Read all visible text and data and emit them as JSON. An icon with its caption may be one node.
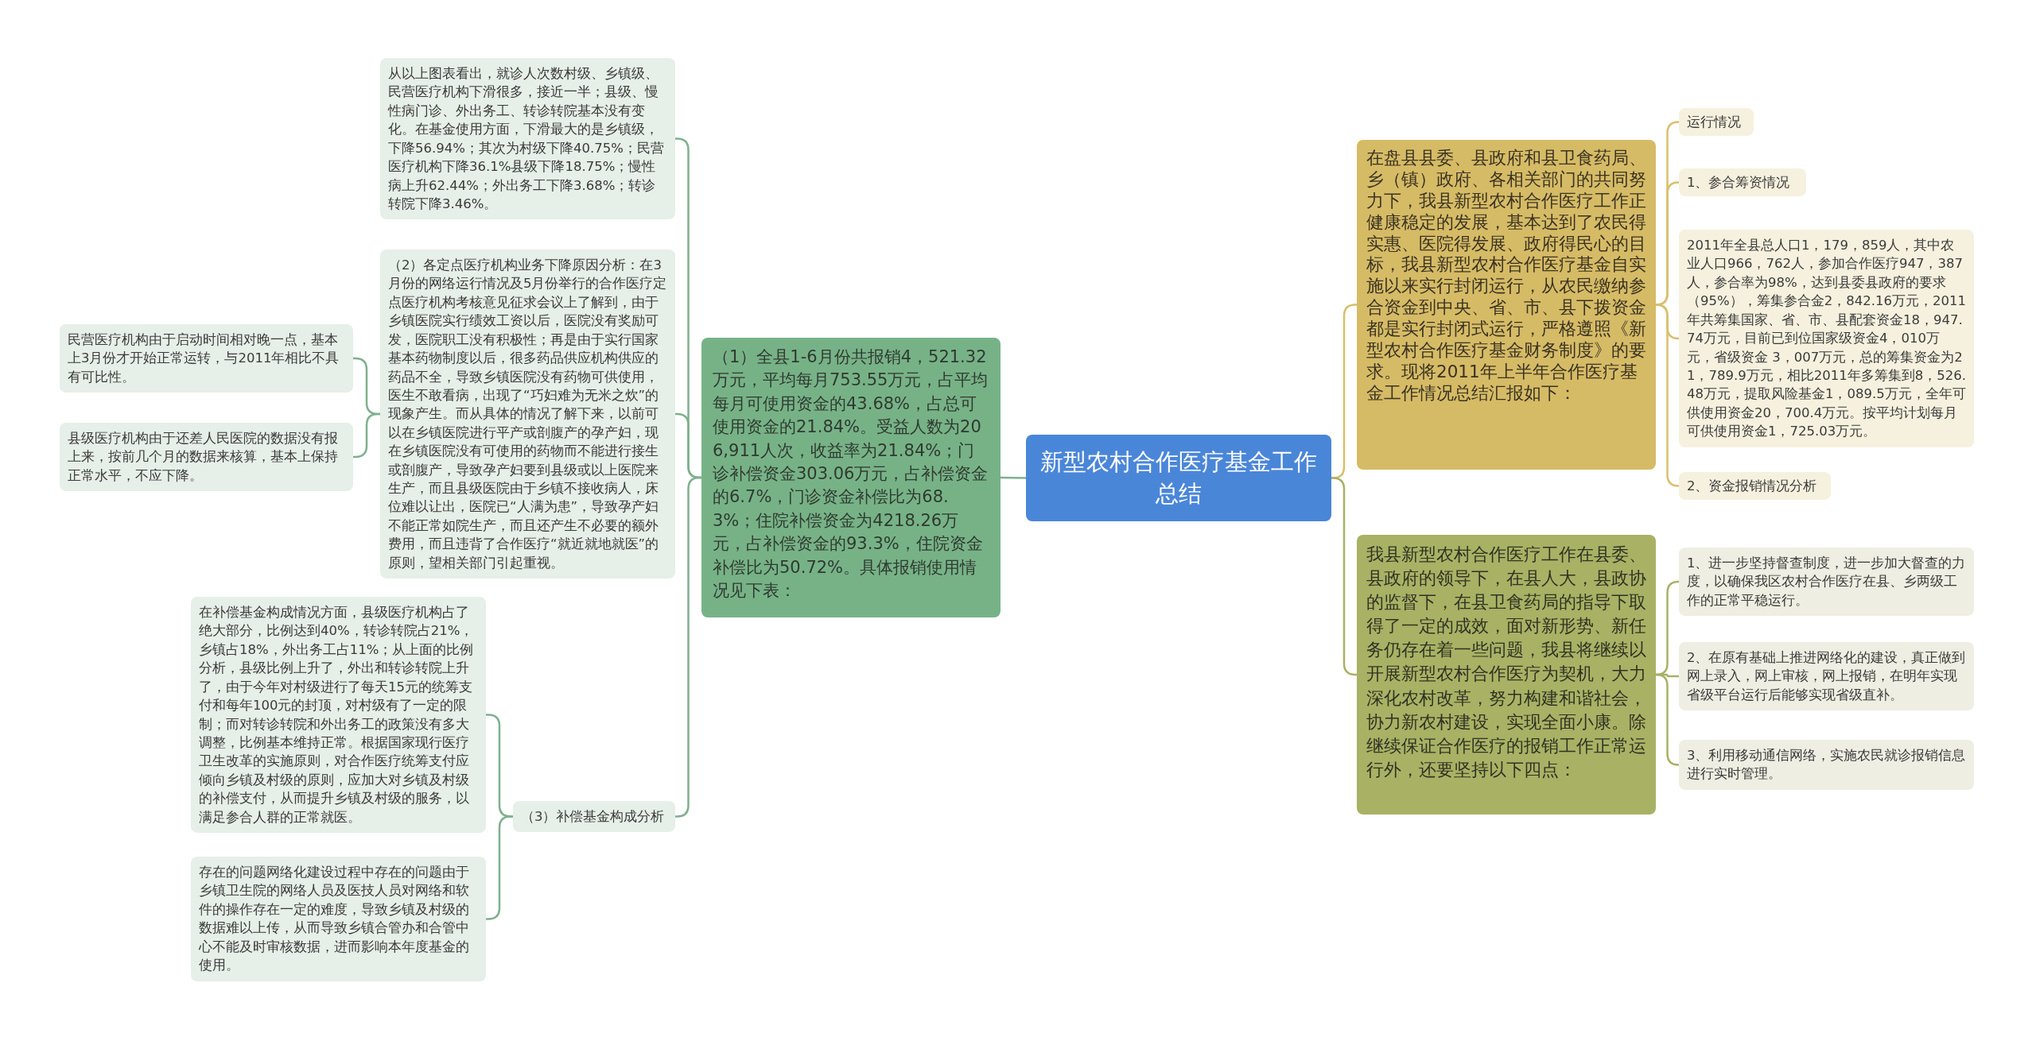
{
  "diagram": {
    "nodes": [
      {
        "text": [
          "新型农村合作医疗基金工作总结"
        ]
      },
      {
        "text": [
          "（1）全县1-6月份共报销4，521.32万元，平均每月753.55万元，占平均每月可使用资金的43.68%，占总可使用资金的21.84%。受益人数为206,911人次，收益率为21.84%；门诊补偿资金303.06万元，占补偿资金的6.7%，门诊资金补偿比为68.3%；住院补偿资金为4218.26万元，占补偿资金的93.3%，住院资金补偿比为50.72%。具体报销使用情况见下表："
        ]
      },
      {
        "text": [
          "从以上图表看出，就诊人次数村级、乡镇级、民营医疗机构下滑很多，接近一半；县级、慢性病门诊、外出务工、转诊转院基本没有变化。在基金使用方面，下滑最大的是乡镇级，下降56.94%；其次为村级下降40.75%；民营医疗机构下降36.1%县级下降18.75%；慢性病上升62.44%；外出务工下降3.68%；转诊转院下降3.46%。"
        ]
      },
      {
        "text": [
          "（2）各定点医疗机构业务下降原因分析：在3月份的网络运行情况及5月份举行的合作医疗定点医疗机构考核意见征求会议上了解到，由于乡镇医院实行绩效工资以后，医院没有奖励可发，医院职工没有积极性；再是由于实行国家基本药物制度以后，很多药品供应机构供应的药品不全，导致乡镇医院没有药物可供使用，医生不敢看病，出现了“巧妇难为无米之炊”的现象产生。而从具体的情况了解下来，以前可以在乡镇医院进行平产或剖腹产的孕产妇，现在乡镇医院没有可使用的药物而不能进行接生或剖腹产，导致孕产妇要到县级或以上医院来生产，而且县级医院由于乡镇不接收病人，床位难以让出，医院已“人满为患”，导致孕产妇不能正常如院生产，而且还产生不必要的额外费用，而且违背了合作医疗“就近就地就医”的原则，望相关部门引起重视。"
        ]
      },
      {
        "text": [
          "民营医疗机构由于启动时间相对晚一点，基本上3月份才开始正常运转，与2011年相比不具有可比性。"
        ]
      },
      {
        "text": [
          "县级医疗机构由于还差人民医院的数据没有报上来，按前几个月的数据来核算，基本上保持正常水平，不应下降。"
        ]
      },
      {
        "text": [
          "（3）补偿基金构成分析"
        ]
      },
      {
        "text": [
          "在补偿基金构成情况方面，县级医疗机构占了绝大部分，比例达到40%，转诊转院占21%，乡镇占18%，外出务工占11%；从上面的比例分析，县级比例上升了，外出和转诊转院上升了，由于今年对村级进行了每天15元的统筹支付和每年100元的封顶，对村级有了一定的限制；而对转诊转院和外出务工的政策没有多大调整，比例基本维持正常。根据国家现行医疗卫生改革的实施原则，对合作医疗统筹支付应倾向乡镇及村级的原则，应加大对乡镇及村级的补偿支付，从而提升乡镇及村级的服务，以满足参合人群的正常就医。"
        ]
      },
      {
        "text": [
          "存在的问题网络化建设过程中存在的问题由于乡镇卫生院的网络人员及医技人员对网络和软件的操作存在一定的难度，导致乡镇及村级的数据难以上传，从而导致乡镇合管办和合管中心不能及时审核数据，进而影响本年度基金的使用。"
        ]
      },
      {
        "text": [
          "在盘县县委、县政府和县卫食药局、乡（镇）政府、各相关部门的共同努力下，我县新型农村合作医疗工作正健康稳定的发展，基本达到了农民得实惠、医院得发展、政府得民心的目标，我县新型农村合作医疗基金自实施以来实行封闭运行，从农民缴纳参合资金到中央、省、市、县下拨资金都是实行封闭式运行，严格遵照《新型农村合作医疗基金财务制度》的要求。现将2011年上半年合作医疗基金工作情况总结汇报如下："
        ]
      },
      {
        "text": [
          "运行情况"
        ]
      },
      {
        "text": [
          "1、参合筹资情况"
        ]
      },
      {
        "text": [
          "2011年全县总人口1，179，859人，其中农业人口966，762人，参加合作医疗947，387人，参合率为98%，达到县委县政府的要求（95%），筹集参合金2，842.16万元，2011年共筹集国家、省、市、县配套资金18，947.74万元，目前已到位国家级资金4，010万元，省级资金 3，007万元，总的筹集资金为21，789.9万元，相比2011年多筹集到8，526.48万元，提取风险基金1，089.5万元，全年可供使用资金20，700.4万元。按平均计划每月可供使用资金1，725.03万元。"
        ]
      },
      {
        "text": [
          "2、资金报销情况分析"
        ]
      },
      {
        "text": [
          "我县新型农村合作医疗工作在县委、县政府的领导下，在县人大，县政协的监督下，在县卫食药局的指导下取得了一定的成效，面对新形势、新任务仍存在着一些问题，我县将继续以开展新型农村合作医疗为契机，大力深化农村改革，努力构建和谐社会，协力新农村建设，实现全面小康。除继续保证合作医疗的报销工作正常运行外，还要坚持以下四点："
        ]
      },
      {
        "text": [
          "1、进一步坚持督查制度，进一步加大督查的力度，以确保我区农村合作医疗在县、乡两级工作的正常平稳运行。"
        ]
      },
      {
        "text": [
          "2、在原有基础上推进网络化的建设，真正做到网上录入，网上审核，网上报销，在明年实现省级平台运行后能够实现省级直补。"
        ]
      },
      {
        "text": [
          "3、利用移动通信网络，实施农民就诊报销信息进行实时管理。"
        ]
      }
    ],
    "edges": [
      {
        "from": 0,
        "to": 1,
        "arrow": "none"
      },
      {
        "from": 1,
        "to": 2,
        "arrow": "none"
      },
      {
        "from": 1,
        "to": 3,
        "arrow": "none"
      },
      {
        "from": 3,
        "to": 4,
        "arrow": "none"
      },
      {
        "from": 3,
        "to": 5,
        "arrow": "none"
      },
      {
        "from": 1,
        "to": 6,
        "arrow": "none"
      },
      {
        "from": 6,
        "to": 7,
        "arrow": "none"
      },
      {
        "from": 6,
        "to": 8,
        "arrow": "none"
      },
      {
        "from": 0,
        "to": 9,
        "arrow": "none",
        "color": "#d8bf6c"
      },
      {
        "from": 9,
        "to": 10,
        "arrow": "none",
        "color": "#d8bf6c"
      },
      {
        "from": 9,
        "to": 11,
        "arrow": "none",
        "color": "#d8bf6c"
      },
      {
        "from": 9,
        "to": 12,
        "arrow": "none",
        "color": "#d8bf6c"
      },
      {
        "from": 9,
        "to": 13,
        "arrow": "none",
        "color": "#d8bf6c"
      },
      {
        "from": 0,
        "to": 14,
        "arrow": "none",
        "color": "#a9b165"
      },
      {
        "from": 14,
        "to": 15,
        "arrow": "none",
        "color": "#a9b165"
      },
      {
        "from": 14,
        "to": 16,
        "arrow": "none",
        "color": "#a9b165"
      },
      {
        "from": 14,
        "to": 17,
        "arrow": "none",
        "color": "#a9b165"
      }
    ]
  }
}
